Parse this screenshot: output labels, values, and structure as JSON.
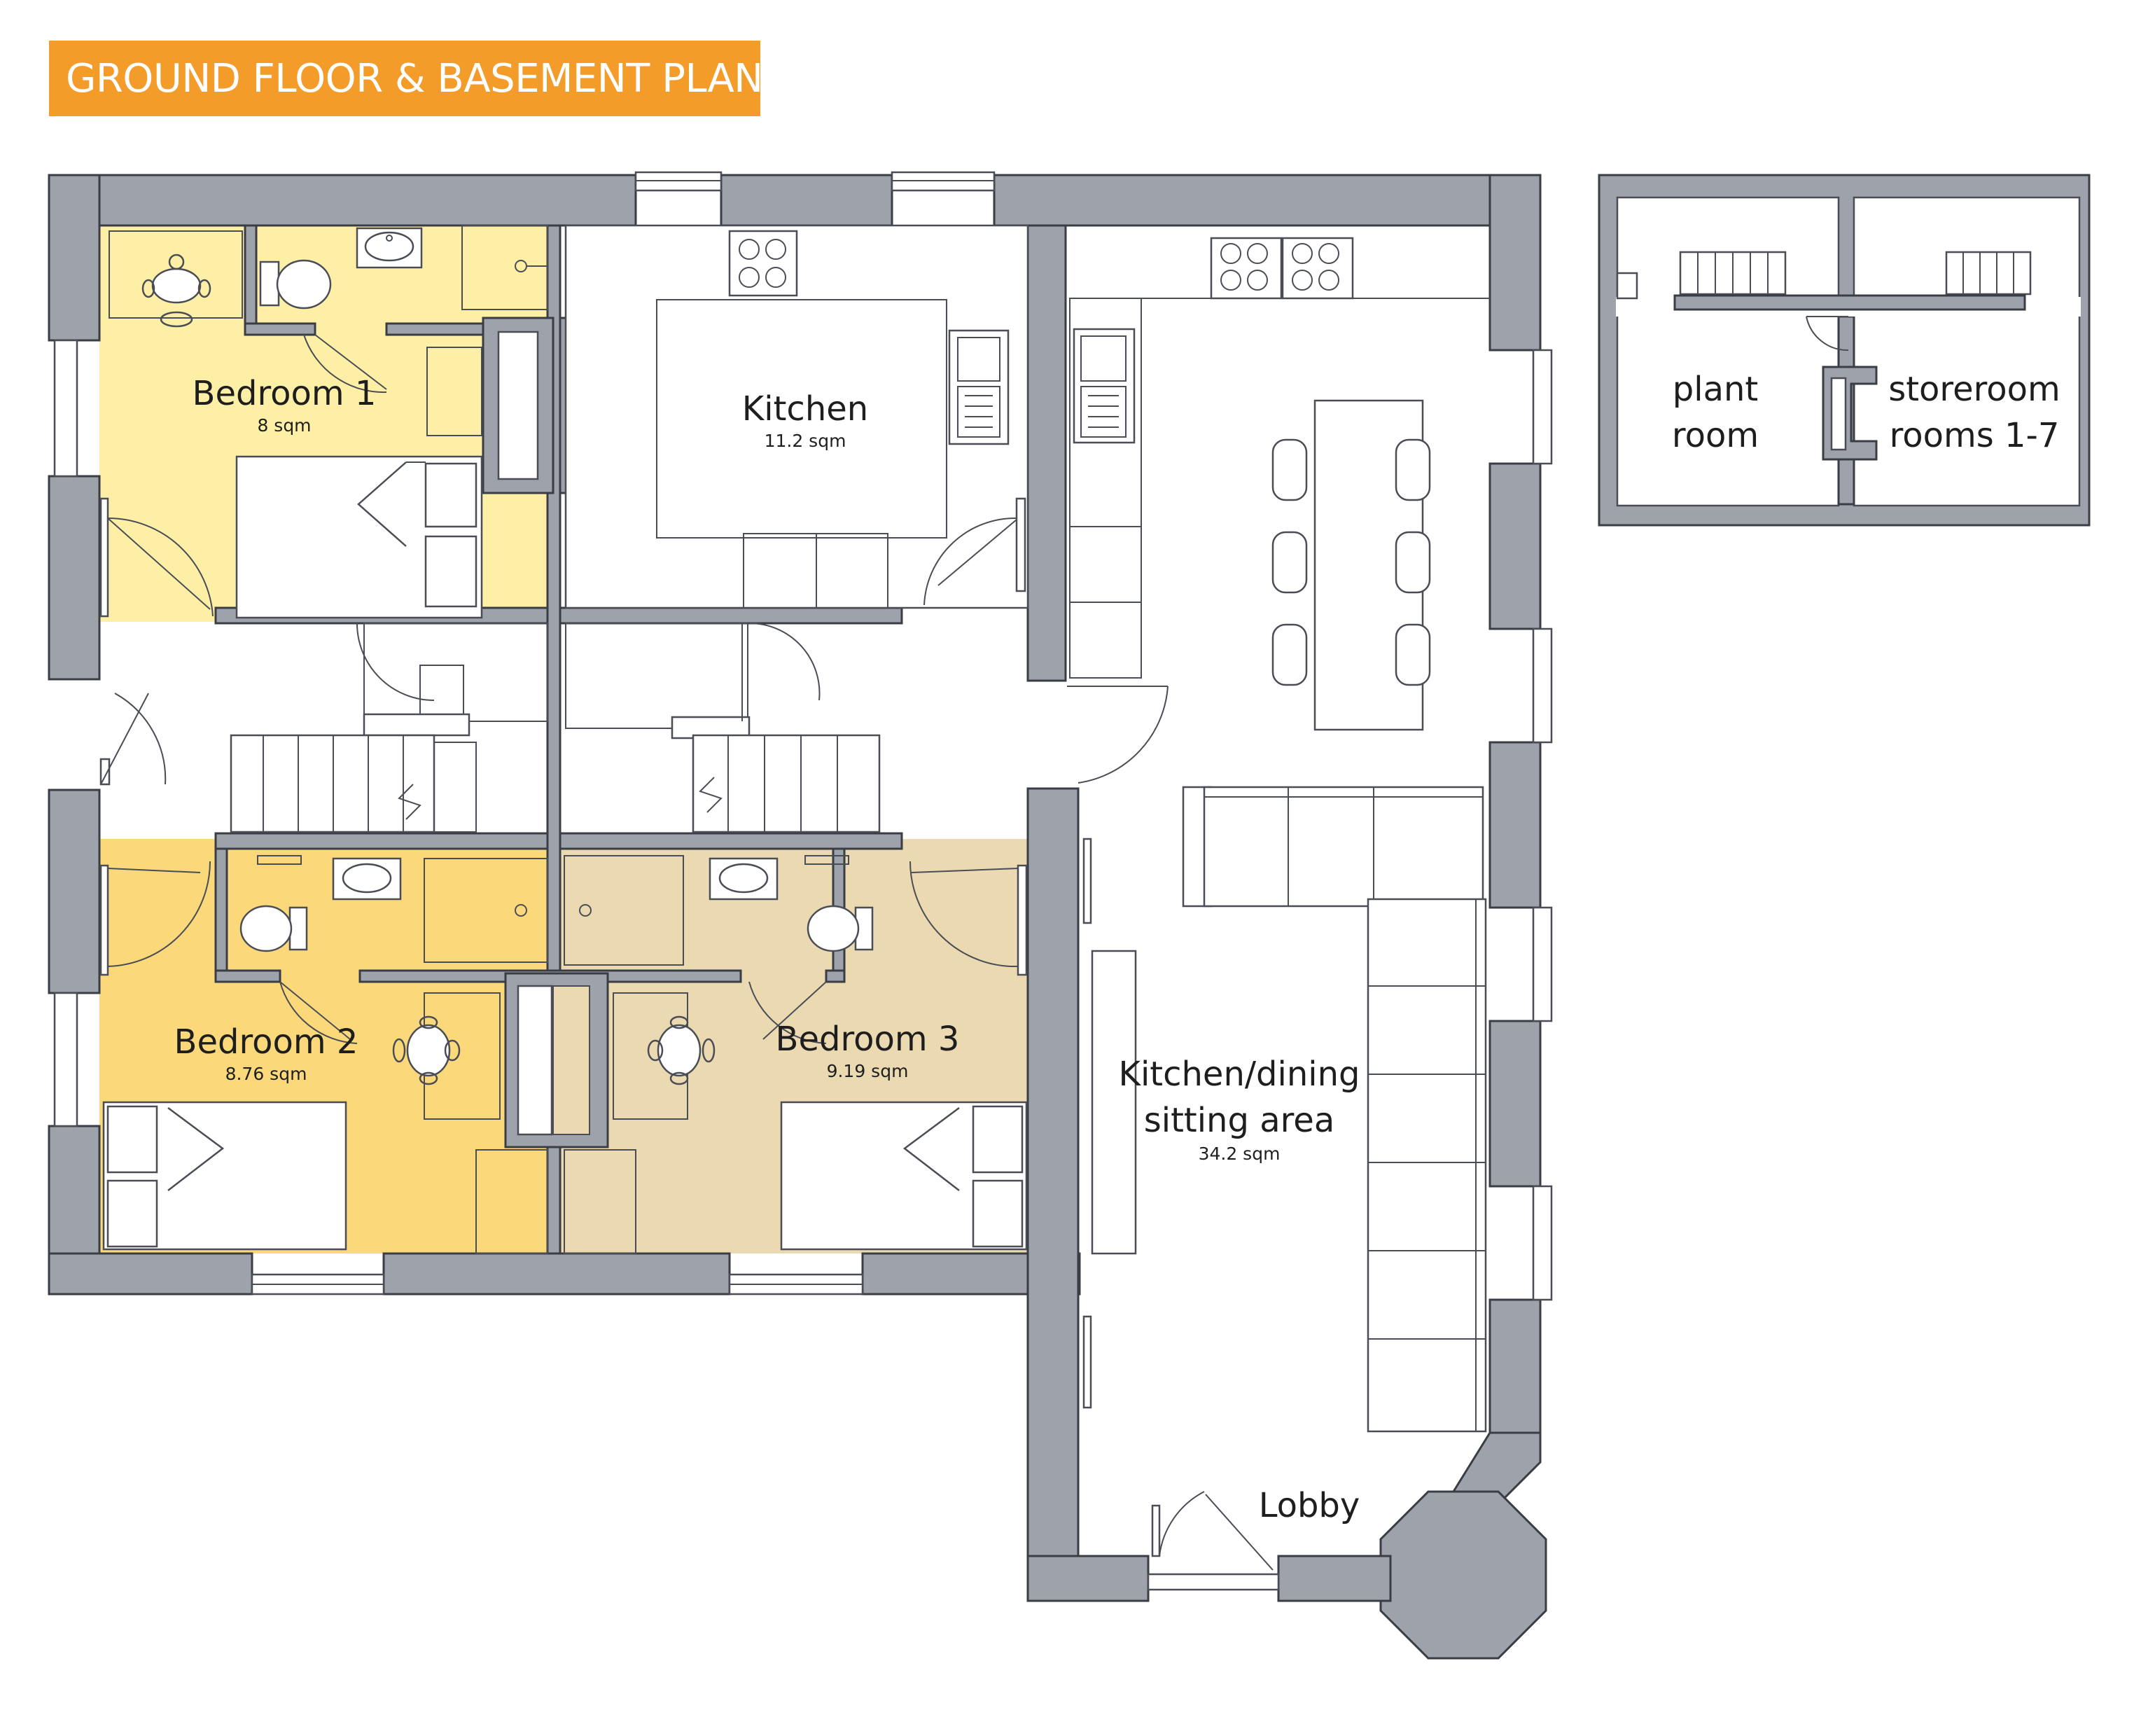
{
  "title": "GROUND FLOOR & BASEMENT PLAN",
  "colors": {
    "accent_banner": "#f39c2a",
    "wall": "#9ea2ab",
    "wall_outline": "#3a3d44",
    "bedroom1": "#fdf0a6",
    "bedroom2": "#fbd97b",
    "bedroom3": "#ead9b1"
  },
  "rooms": {
    "bedroom1": {
      "name": "Bedroom 1",
      "area": "8 sqm"
    },
    "kitchen": {
      "name": "Kitchen",
      "area": "11.2 sqm"
    },
    "bedroom2": {
      "name": "Bedroom 2",
      "area": "8.76 sqm"
    },
    "bedroom3": {
      "name": "Bedroom 3",
      "area": "9.19 sqm"
    },
    "living": {
      "name_line1": "Kitchen/dining",
      "name_line2": "sitting area",
      "area": "34.2 sqm"
    },
    "lobby": {
      "name": "Lobby"
    }
  },
  "basement": {
    "plant": {
      "line1": "plant",
      "line2": "room"
    },
    "store": {
      "line1": "storeroom",
      "line2": "rooms 1-7"
    }
  },
  "icons": [
    "door-swing-icon",
    "stair-icon",
    "bed-icon",
    "chair-icon",
    "toilet-icon",
    "sink-icon",
    "hob-icon",
    "sofa-icon",
    "window-icon"
  ]
}
